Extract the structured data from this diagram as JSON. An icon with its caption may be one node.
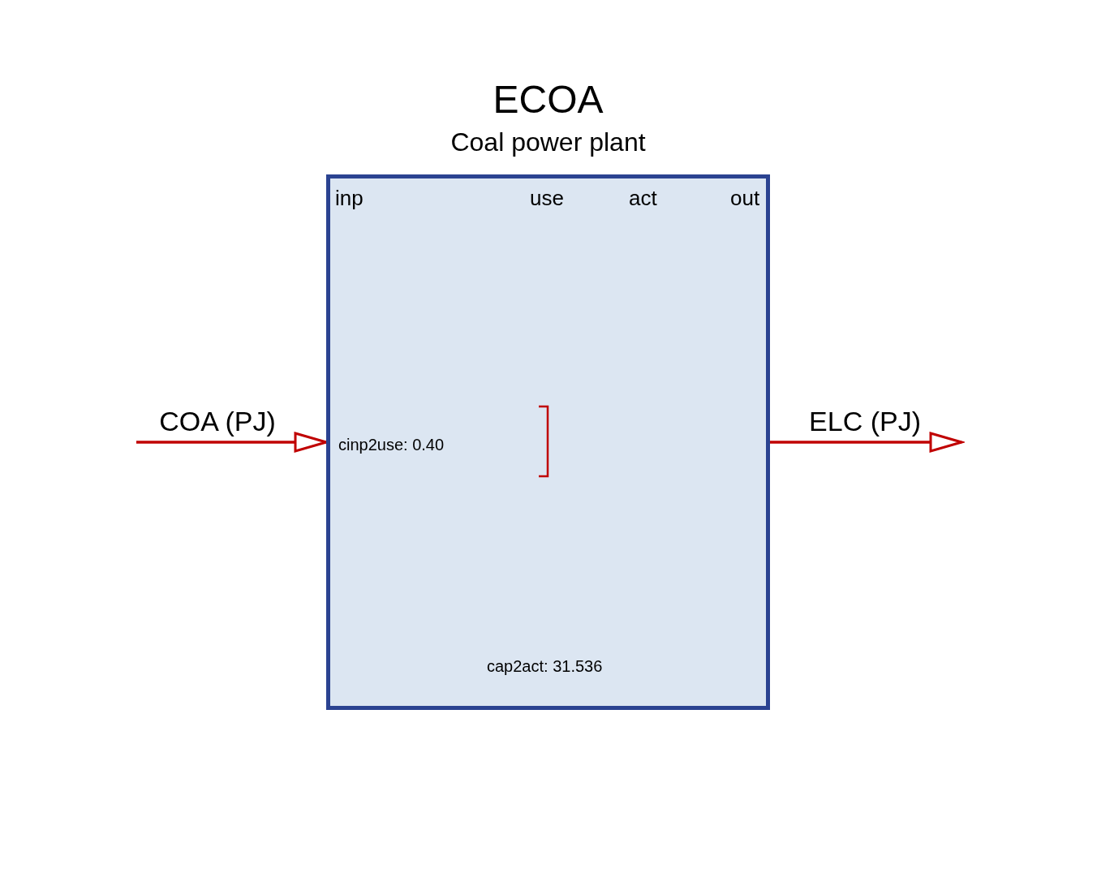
{
  "diagram": {
    "nodes": [
      {
        "text": [
          "COA (PJ)"
        ]
      },
      {
        "text": [
          "ECOA",
          "Coal power plant"
        ]
      },
      {
        "text": [
          "ELC (PJ)"
        ]
      }
    ],
    "edges": [
      {
        "from": 0,
        "to": 1,
        "arrow": "to"
      },
      {
        "from": 1,
        "to": 2,
        "arrow": "to"
      }
    ],
    "labels": [
      "inp",
      "use",
      "act",
      "out",
      "cinp2use: 0.40",
      "cap2act: 31.536"
    ]
  }
}
